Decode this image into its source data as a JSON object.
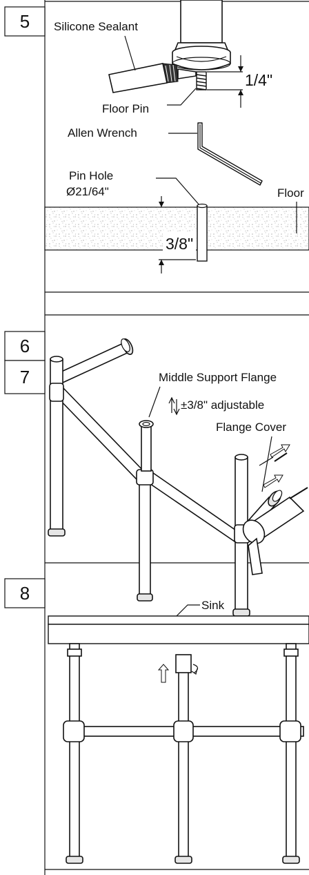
{
  "steps": {
    "s5": "5",
    "s6": "6",
    "s7": "7",
    "s8": "8"
  },
  "step5": {
    "silicone_sealant": "Silicone Sealant",
    "floor_pin": "Floor Pin",
    "allen_wrench": "Allen Wrench",
    "pin_hole": "Pin Hole",
    "pin_hole_dia": "Ø21/64\"",
    "floor": "Floor",
    "dim_quarter": "1/4\"",
    "dim_three_eighths": "3/8\""
  },
  "step67": {
    "middle_support_flange": "Middle Support Flange",
    "adjustable": "±3/8\" adjustable",
    "flange_cover": "Flange Cover"
  },
  "step8": {
    "sink": "Sink"
  }
}
